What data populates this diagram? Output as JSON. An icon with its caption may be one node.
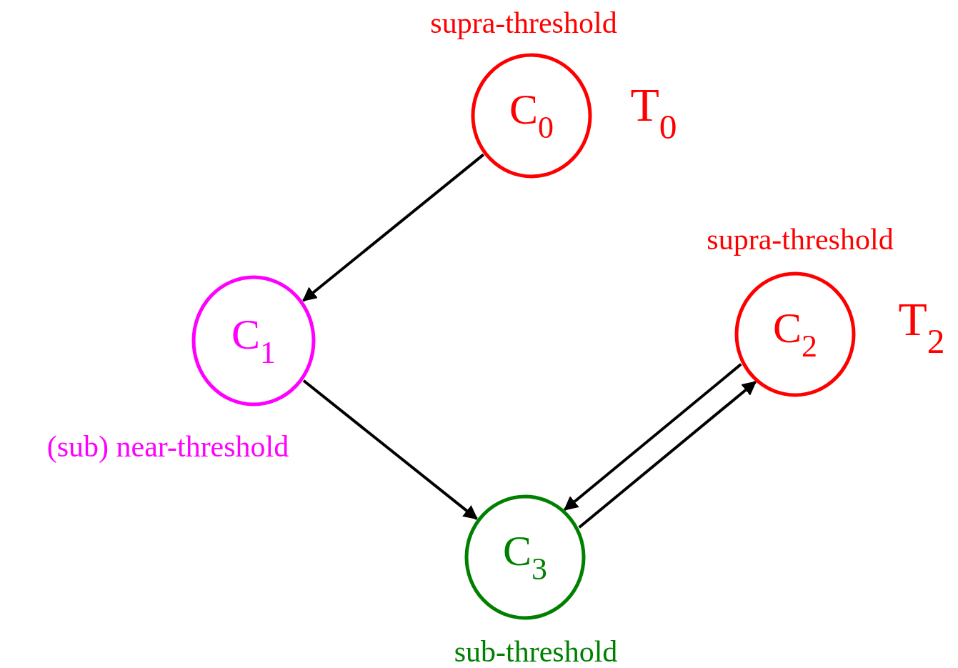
{
  "diagram": {
    "nodes": [
      {
        "text": [
          "C$_{0}$"
        ],
        "beside": [
          "supra-threshold",
          "T$_{0}$"
        ]
      },
      {
        "text": [
          "C$_{1}$"
        ],
        "beside": [
          "(sub) near-threshold"
        ]
      },
      {
        "text": [
          "C$_{2}$"
        ],
        "beside": [
          "supra-threshold",
          "T$_{2}$"
        ]
      },
      {
        "text": [
          "C$_{3}$"
        ],
        "beside": [
          "sub-threshold"
        ]
      }
    ],
    "edges": [
      {
        "from": 0,
        "to": 1,
        "arrow": "to"
      },
      {
        "from": 1,
        "to": 3,
        "arrow": "to"
      },
      {
        "from": 2,
        "to": 3,
        "arrow": "to"
      },
      {
        "from": 3,
        "to": 2,
        "arrow": "to"
      }
    ]
  }
}
